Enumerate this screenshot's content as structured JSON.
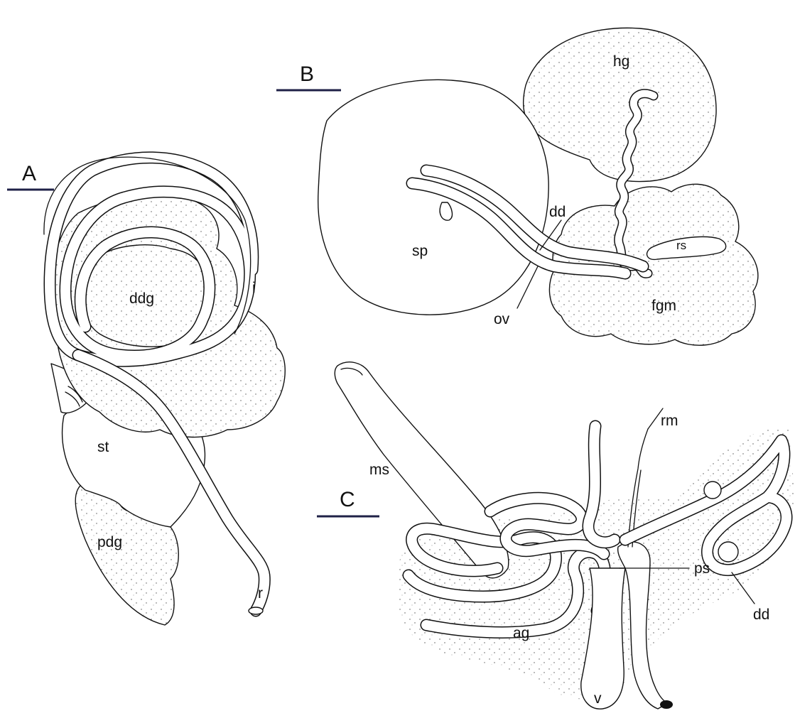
{
  "panels": {
    "A": {
      "label": "A",
      "parts": {
        "ddg": "ddg",
        "i": "i",
        "st": "st",
        "pdg": "pdg",
        "r": "r"
      }
    },
    "B": {
      "label": "B",
      "parts": {
        "hg": "hg",
        "sp": "sp",
        "dd": "dd",
        "rs": "rs",
        "ov": "ov",
        "fgm": "fgm"
      }
    },
    "C": {
      "label": "C",
      "parts": {
        "ms": "ms",
        "rm": "rm",
        "ps": "ps",
        "dd": "dd",
        "ag": "ag",
        "v": "v"
      }
    }
  },
  "colors": {
    "ink": "#111111",
    "scale_bar": "#1f2147",
    "background": "#ffffff"
  }
}
